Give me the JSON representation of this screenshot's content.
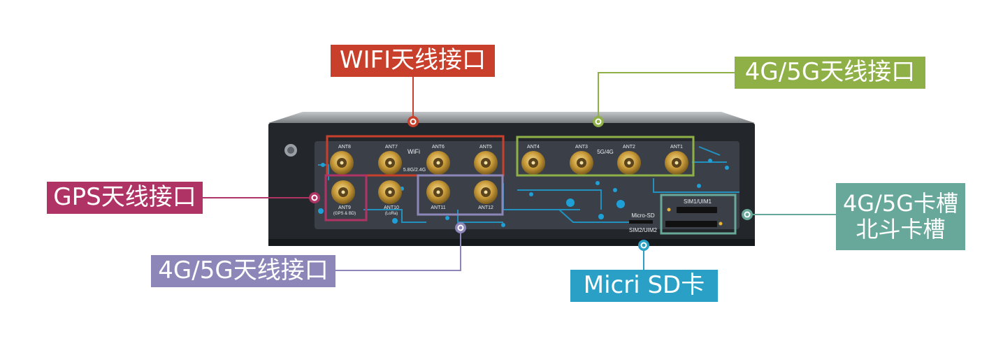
{
  "callouts": {
    "wifi": {
      "label": "WIFI天线接口",
      "color": "#c8402b"
    },
    "lte_top": {
      "label": "4G/5G天线接口",
      "color": "#8fb046"
    },
    "gps": {
      "label": "GPS天线接口",
      "color": "#b03366"
    },
    "lte_bottom": {
      "label": "4G/5G天线接口",
      "color": "#8d86b8"
    },
    "sim": {
      "line1": "4G/5G卡槽",
      "line2": "北斗卡槽",
      "color": "#67a89a"
    },
    "sd": {
      "label": "Micri SD卡",
      "color": "#2aa0c6"
    }
  },
  "panel": {
    "wifi_label": "WiFi",
    "wifi_band": "5.8G/2.4G",
    "cell_label": "5G/4G",
    "sim1": "SIM1/UIM1",
    "sim2": "SIM2/UIM2",
    "microsd": "Micro-SD",
    "ports_top": [
      "ANT8",
      "ANT7",
      "ANT6",
      "ANT5",
      "ANT4",
      "ANT3",
      "ANT2",
      "ANT1"
    ],
    "ports_bottom": [
      "ANT9",
      "ANT10",
      "ANT11",
      "ANT12"
    ],
    "ant9_sub": "(GPS & BD)",
    "ant10_sub": "(LoRa)"
  }
}
